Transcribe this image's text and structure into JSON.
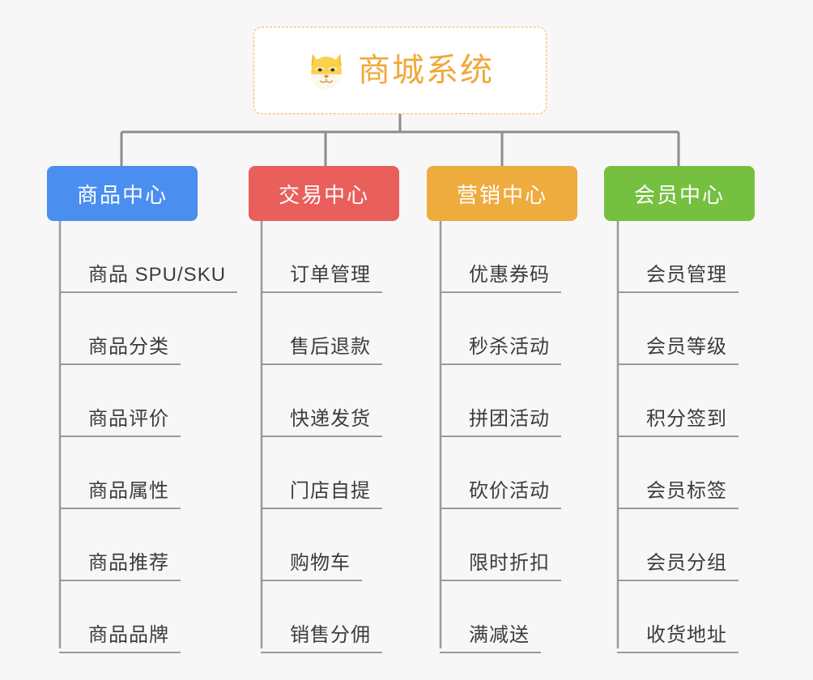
{
  "root": {
    "title": "商城系统",
    "icon": "shiba-dog-icon",
    "accent_color": "#efa93a",
    "border_color": "#f0b552",
    "background": "#ffffff"
  },
  "canvas": {
    "background": "#f7f7f7",
    "connector_color": "#8c8c8c",
    "leaf_line_color": "#9a9a9a"
  },
  "categories": [
    {
      "label": "商品中心",
      "color": "#4a8ef0",
      "items": [
        "商品 SPU/SKU",
        "商品分类",
        "商品评价",
        "商品属性",
        "商品推荐",
        "商品品牌"
      ]
    },
    {
      "label": "交易中心",
      "color": "#e95f5c",
      "items": [
        "订单管理",
        "售后退款",
        "快递发货",
        "门店自提",
        "购物车",
        "销售分佣"
      ]
    },
    {
      "label": "营销中心",
      "color": "#eeab3e",
      "items": [
        "优惠券码",
        "秒杀活动",
        "拼团活动",
        "砍价活动",
        "限时折扣",
        "满减送"
      ]
    },
    {
      "label": "会员中心",
      "color": "#76c040",
      "items": [
        "会员管理",
        "会员等级",
        "积分签到",
        "会员标签",
        "会员分组",
        "收货地址"
      ]
    }
  ]
}
